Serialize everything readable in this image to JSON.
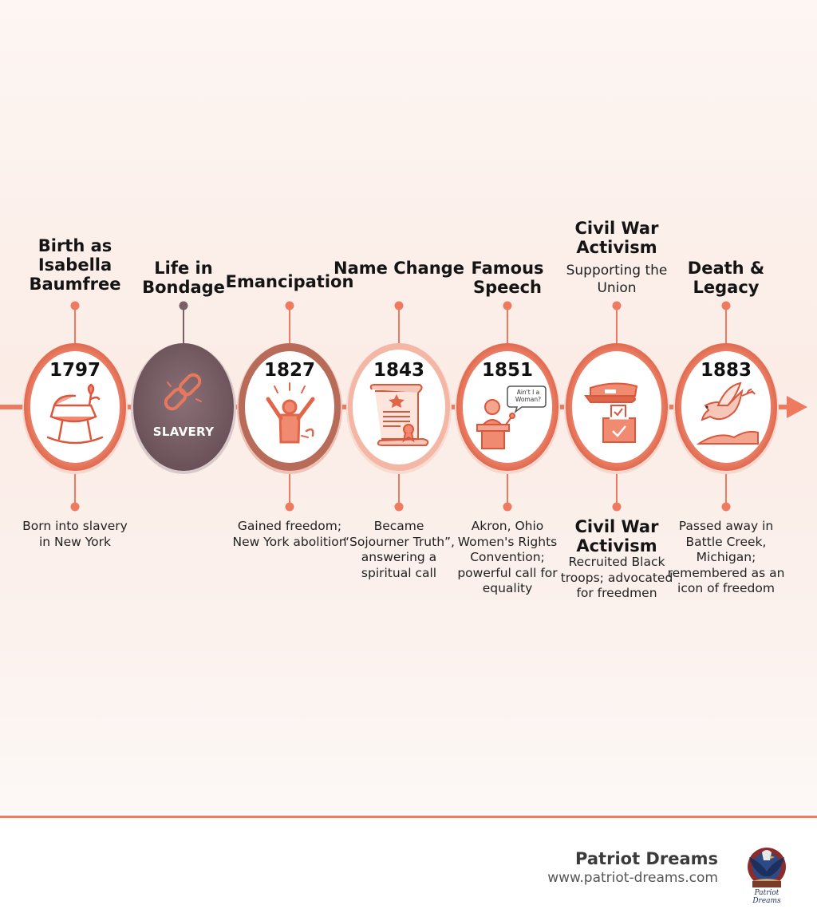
{
  "milestones": [
    {
      "title": "Birth as Isabella Baumfree",
      "year": "1797",
      "description": "Born into slavery in New York",
      "icon": "cradle-icon"
    },
    {
      "title": "Life in Bondage",
      "badge": "SLAVERY",
      "icon": "broken-chain-icon"
    },
    {
      "title": "Emancipation",
      "year": "1827",
      "description": "Gained freedom; New York abolition",
      "icon": "raised-arms-icon"
    },
    {
      "title": "Name Change",
      "year": "1843",
      "description": "Became “Sojourner Truth”, answering a spiritual call",
      "icon": "scroll-icon"
    },
    {
      "title": "Famous Speech",
      "year": "1851",
      "speech_bubble": "Ain't I a Woman?",
      "description": "Akron, Ohio Women's Rights Convention; powerful call for equality",
      "icon": "speaker-podium-icon"
    },
    {
      "title": "Civil War Activism",
      "subtitle": "Supporting the Union",
      "bottom_title": "Civil War Activism",
      "description": "Recruited Black troops; advocated for freedmen",
      "icon": "cap-and-ballot-icon"
    },
    {
      "title": "Death & Legacy",
      "year": "1883",
      "description": "Passed away in Battle Creek, Michigan; remembered as an icon of freedom",
      "icon": "dove-icon"
    }
  ],
  "brand": {
    "name": "Patriot Dreams",
    "url": "www.patriot-dreams.com",
    "logo_text": "Patriot Dreams",
    "logo_icon": "eagle-logo-icon"
  },
  "colors": {
    "accent": "#ee7b5f",
    "accent_dark": "#e0664a",
    "slavery": "#7a5f66",
    "background": "#fbeee9"
  }
}
